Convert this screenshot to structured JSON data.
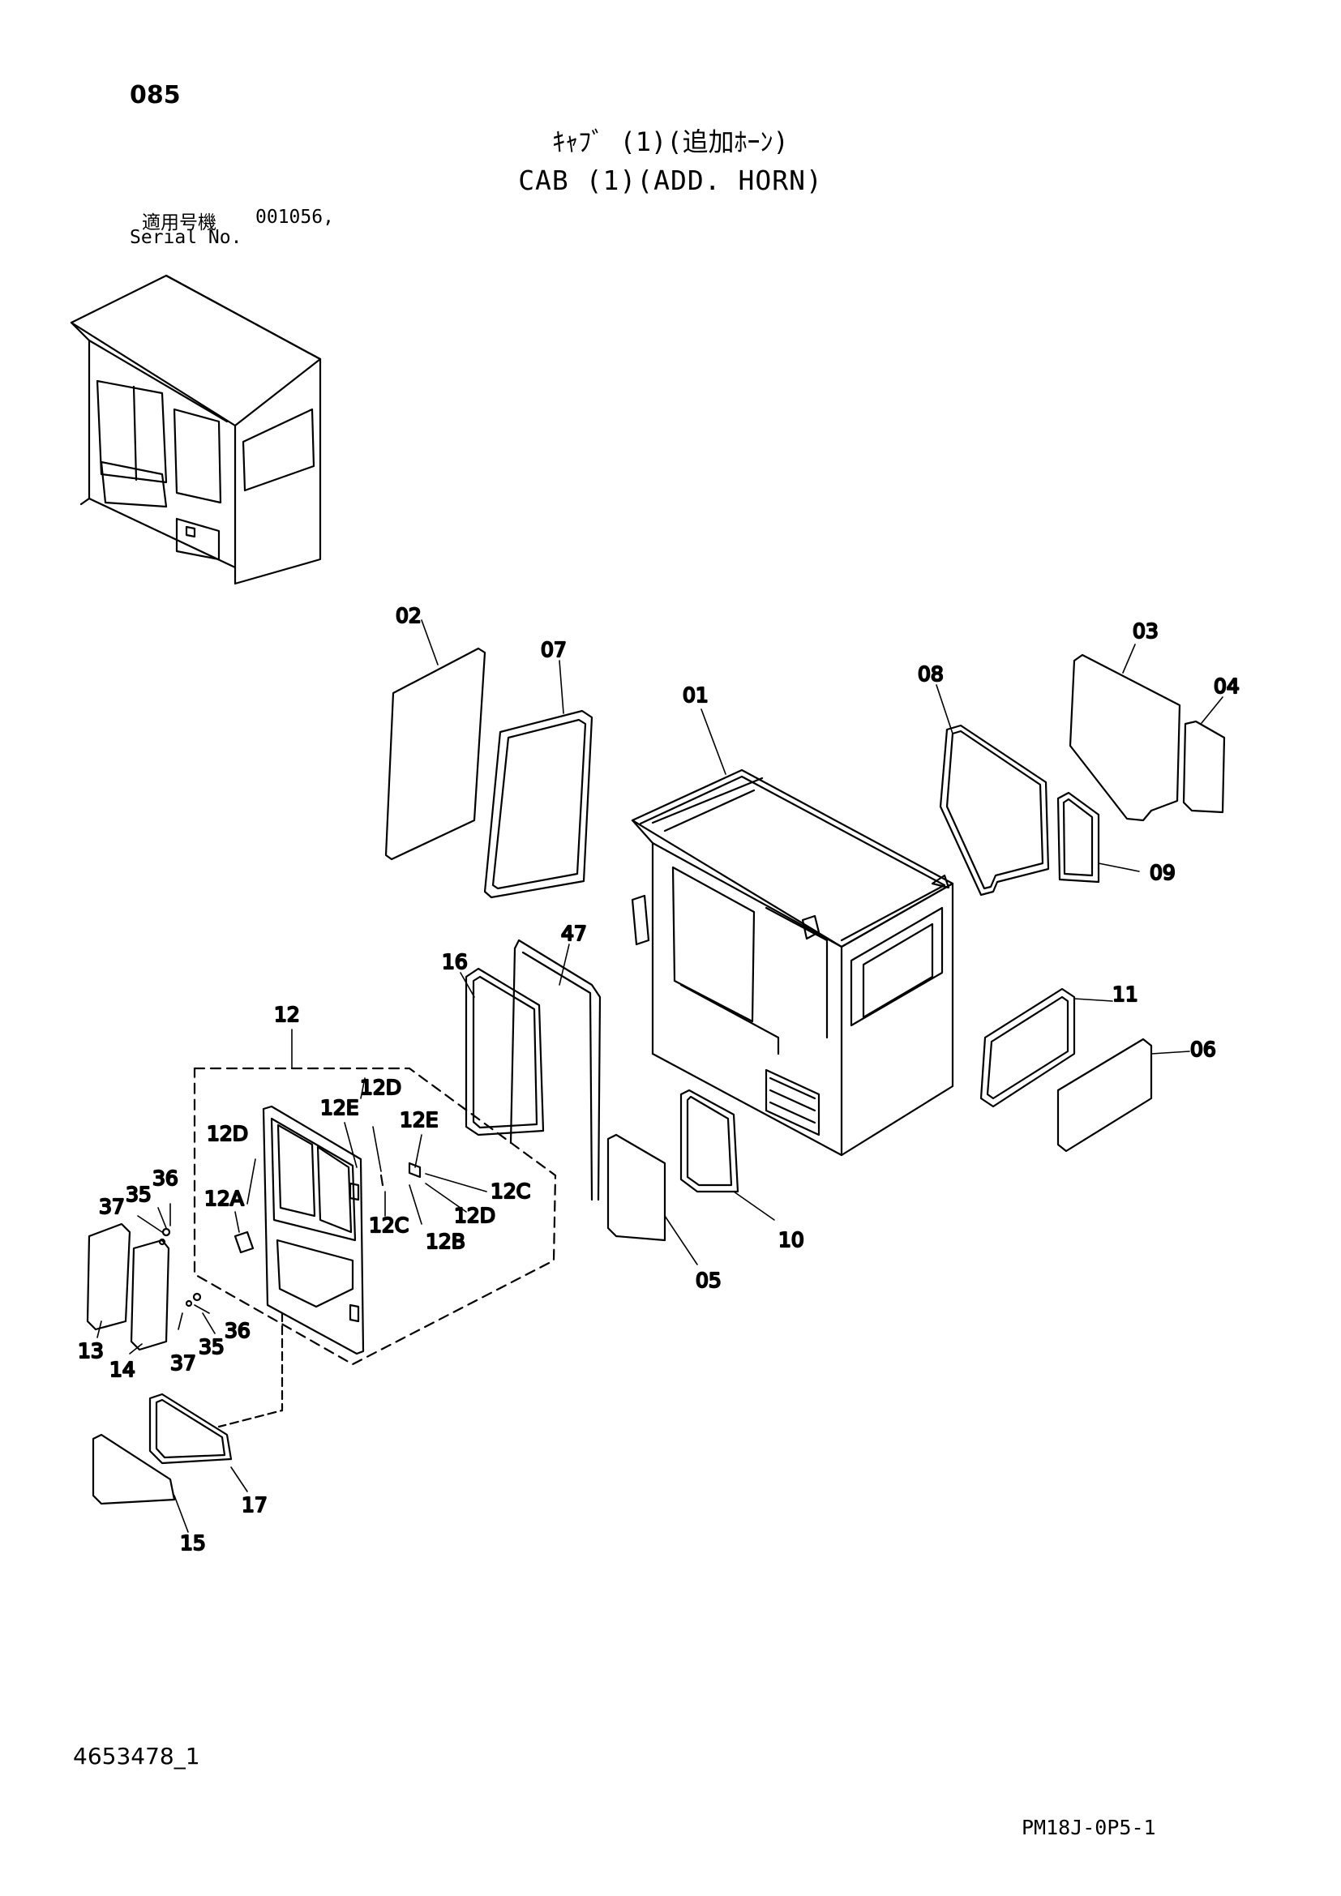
{
  "header": {
    "page_number": "085",
    "title_jp": "ｷｬﾌﾞ (1)(追加ﾎｰﾝ)",
    "title_en": "CAB (1)(ADD. HORN)"
  },
  "applicability": {
    "label_jp": "適用号機",
    "value": "001056,",
    "label_en": "Serial No."
  },
  "callouts": [
    "02",
    "07",
    "01",
    "08",
    "03",
    "04",
    "09",
    "47",
    "16",
    "11",
    "06",
    "12",
    "12D",
    "12E",
    "12D",
    "12E",
    "12A",
    "12C",
    "12D",
    "12C",
    "12B",
    "37",
    "35",
    "36",
    "36",
    "35",
    "37",
    "13",
    "14",
    "05",
    "10",
    "17",
    "15"
  ],
  "footer": {
    "doc_id": "4653478_1",
    "page_code": "PM18J-0P5-1"
  }
}
